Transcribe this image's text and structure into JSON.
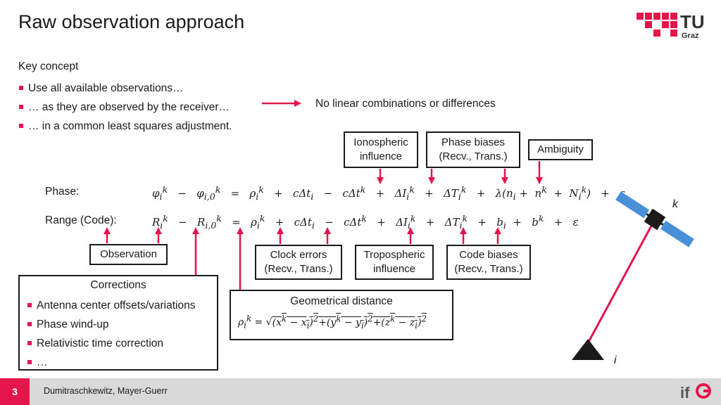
{
  "slide": {
    "title": "Raw observation approach",
    "key_concept": "Key concept",
    "bullets": [
      "Use all available observations…",
      "… as they are observed by the receiver…",
      "… in a common least squares adjustment."
    ],
    "arrow_note": "No linear combinations or differences"
  },
  "labels": {
    "ionospheric": [
      "Ionospheric",
      "influence"
    ],
    "phase_biases": [
      "Phase biases",
      "(Recv., Trans.)"
    ],
    "ambiguity": "Ambiguity",
    "observation": "Observation",
    "clock_errors": [
      "Clock errors",
      "(Recv., Trans.)"
    ],
    "tropospheric": [
      "Tropospheric",
      "influence"
    ],
    "code_biases": [
      "Code biases",
      "(Recv., Trans.)"
    ]
  },
  "equations": {
    "phase_label": "Phase:",
    "range_label": "Range (Code):"
  },
  "corrections": {
    "heading": "Corrections",
    "items": [
      "Antenna center offsets/variations",
      "Phase wind-up",
      "Relativistic time correction",
      "…"
    ]
  },
  "geometry": {
    "heading": "Geometrical distance"
  },
  "diagram": {
    "satellite_label": "k",
    "receiver_label": "i"
  },
  "footer": {
    "page": "3",
    "authors": "Dumitraschkewitz, Mayer-Guerr"
  },
  "colors": {
    "accent": "#e4154b",
    "satellite_panel": "#4a90d9",
    "footer_bg": "#d9d9d9"
  }
}
